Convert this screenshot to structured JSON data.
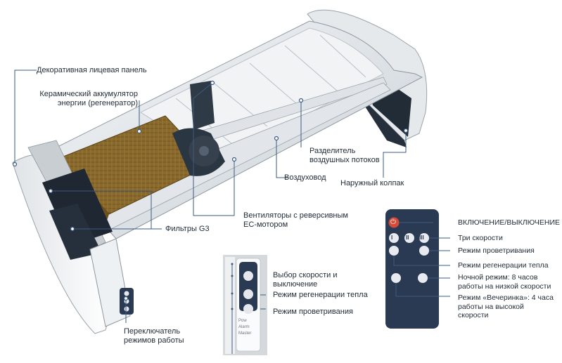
{
  "labels": {
    "decorative_panel": "Декоративная лицевая панель",
    "ceramic_accumulator": "Керамический аккумулятор\nэнергии (регенератор)",
    "air_flow_separator": "Разделитель\nвоздушных потоков",
    "air_duct": "Воздуховод",
    "outer_hood": "Наружный колпак",
    "fans_ec_motor": "Вентиляторы с реверсивным\nEC-мотором",
    "filters_g3": "Фильтры G3",
    "mode_switch": "Переключатель\nрежимов работы"
  },
  "panel": {
    "speed_select": "Выбор скорости и\nвыключение",
    "heat_regen_mode": "Режим регенерации тепла",
    "ventilation_mode": "Режим проветривания",
    "panel_text_1": "Pow",
    "panel_text_2": "Alarm",
    "panel_text_3": "Master"
  },
  "remote": {
    "power_on_off": "ВКЛЮЧЕНИЕ/ВЫКЛЮЧЕНИЕ",
    "three_speeds": "Три скорости",
    "ventilation_mode": "Режим проветривания",
    "heat_regen_mode": "Режим регенерации тепла",
    "night_mode": "Ночной режим: 8 часов\nработы на низкой скорости",
    "party_mode": "Режим «Вечеринка»: 4 часа\nработы на высокой\nскорости",
    "button_speed_1": "I",
    "button_speed_2": "II",
    "button_speed_3": "III"
  },
  "colors": {
    "line": "#3d5a80",
    "dot": "#3d5a80",
    "housing": "#e9edf1",
    "housing_dark": "#c7cdd4",
    "regenerator": "#8a6a2c",
    "remote_body": "#2a3a52",
    "power_red": "#d64a3a"
  }
}
